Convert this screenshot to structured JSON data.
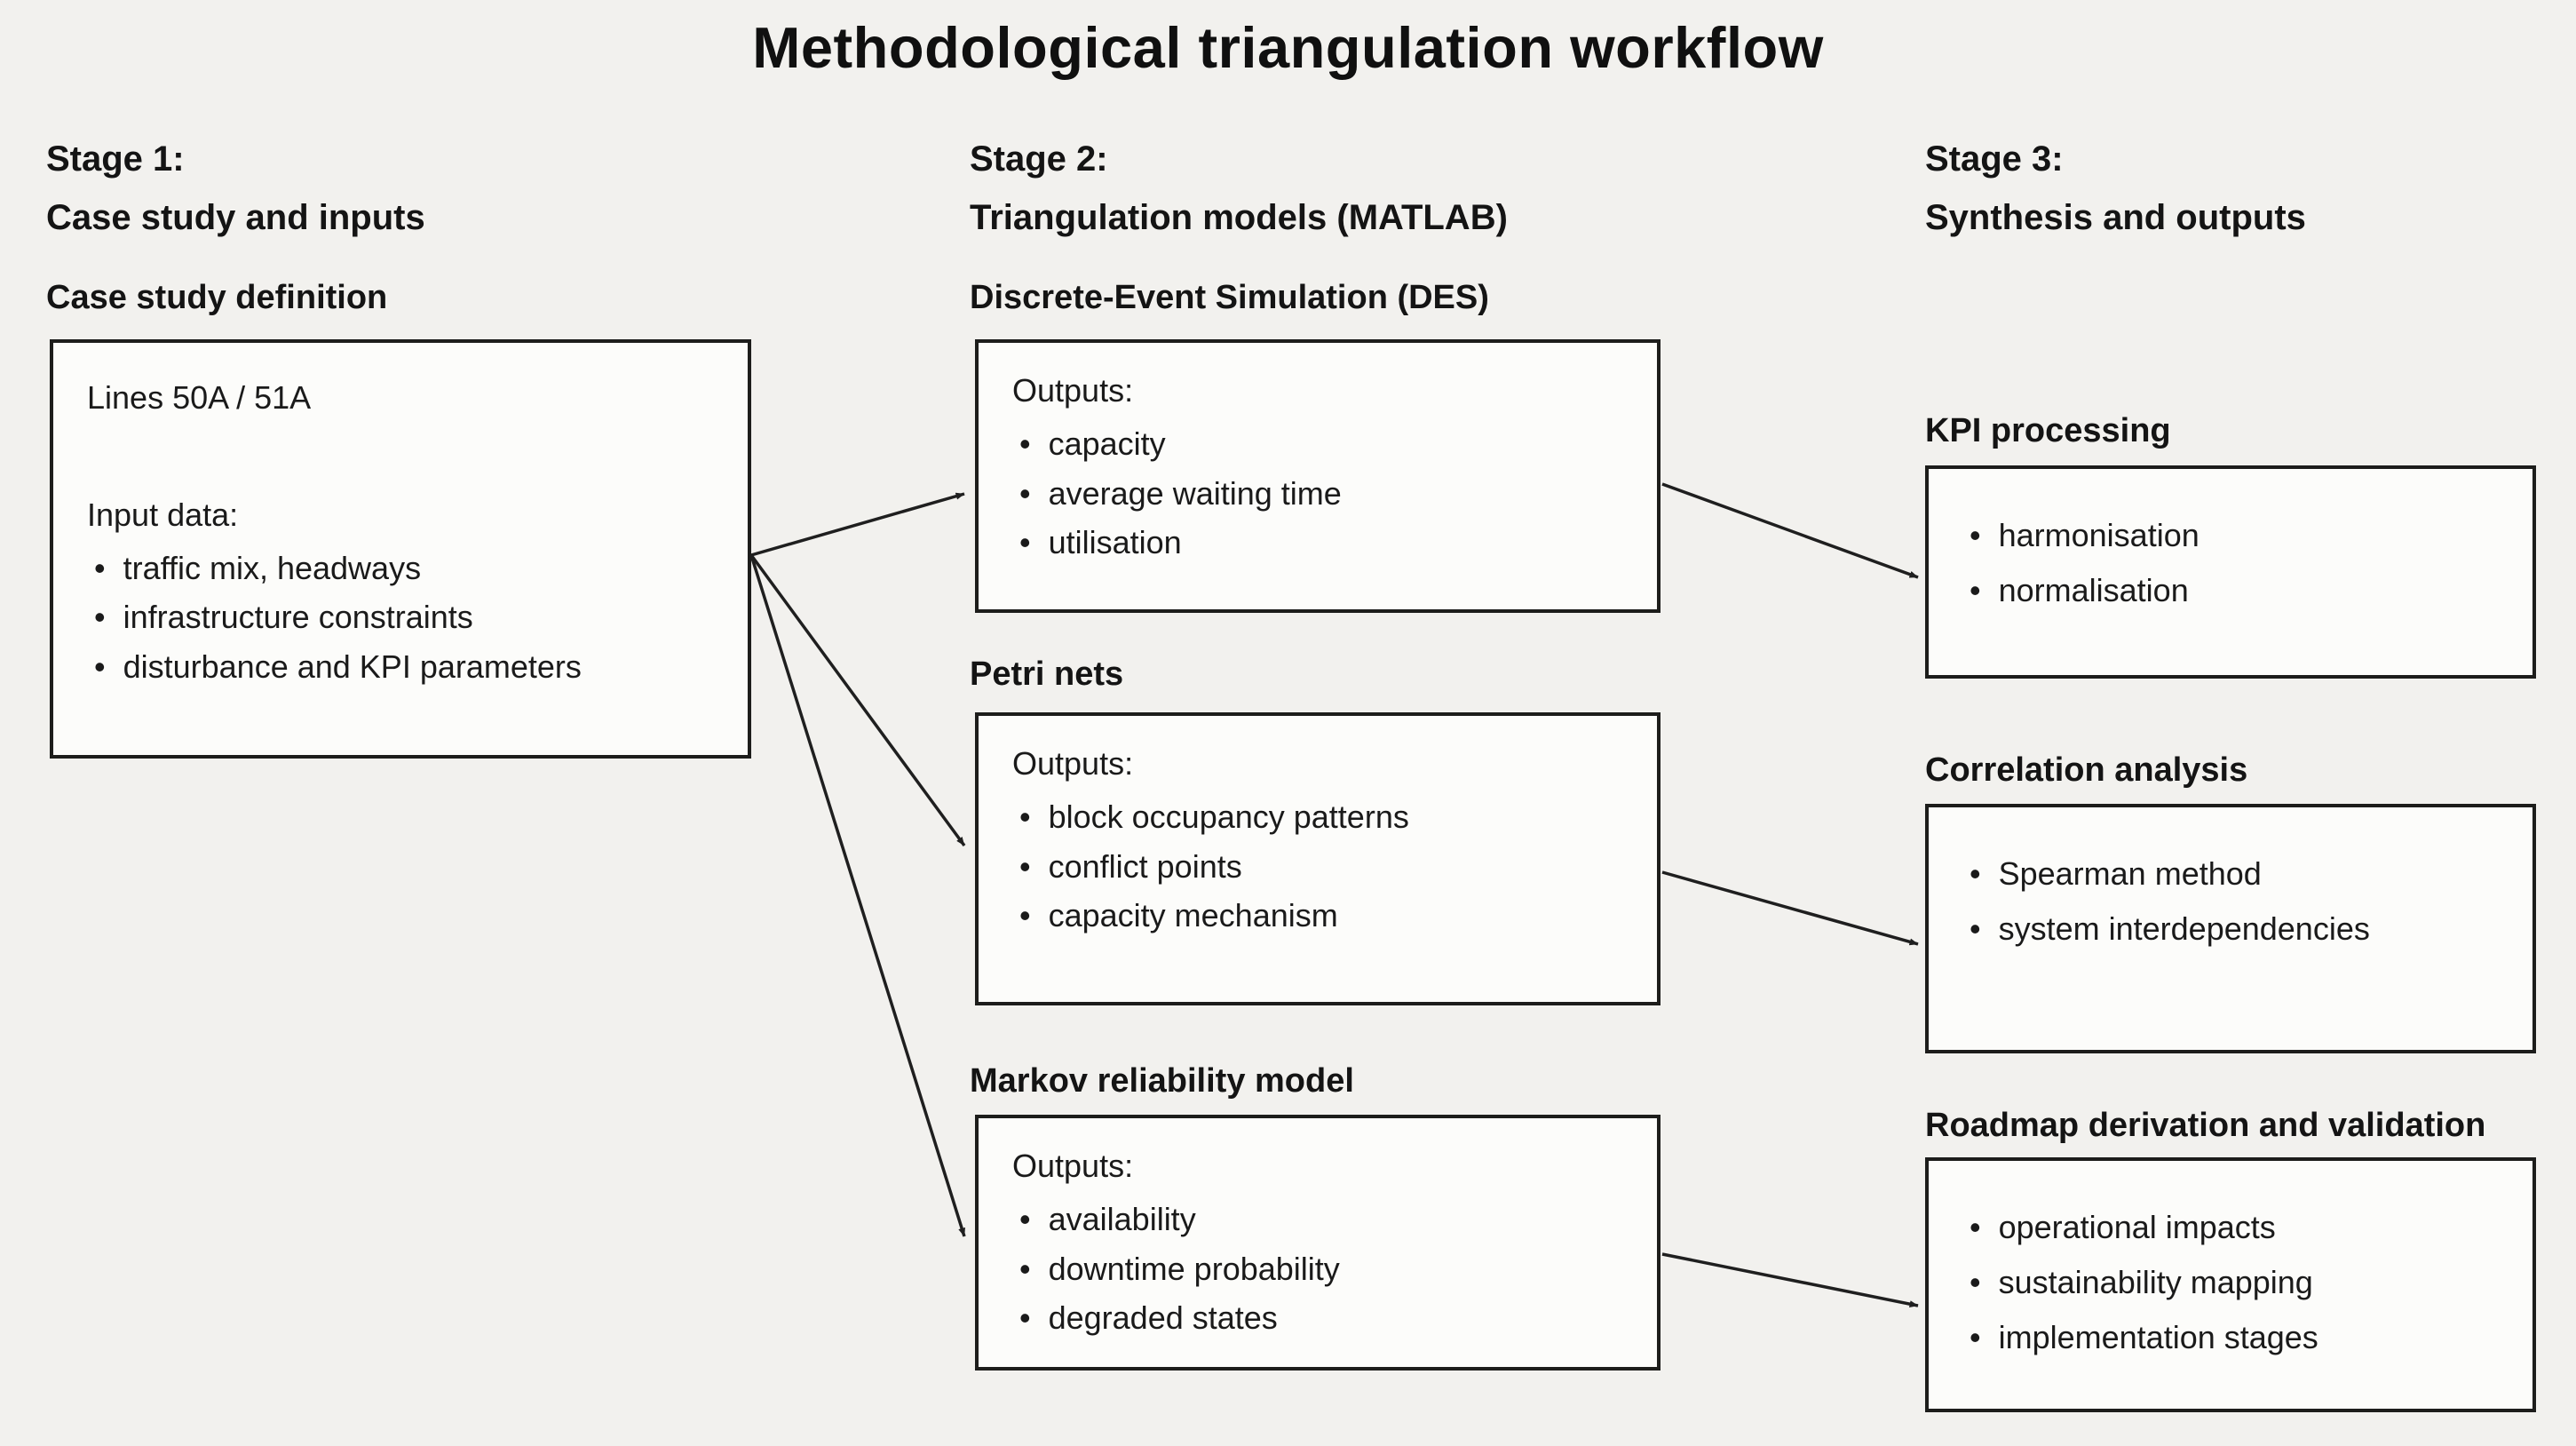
{
  "title": "Methodological triangulation workflow",
  "stages": [
    {
      "label": "Stage 1:",
      "subtitle": "Case study and inputs"
    },
    {
      "label": "Stage 2:",
      "subtitle": "Triangulation models (MATLAB)"
    },
    {
      "label": "Stage 3:",
      "subtitle": "Synthesis and outputs"
    }
  ],
  "nodes": {
    "case": {
      "heading": "Case study definition",
      "title_line": "Lines 50A / 51A",
      "list_intro": "Input data:",
      "bullets": [
        "traffic mix, headways",
        "infrastructure constraints",
        "disturbance and KPI parameters"
      ]
    },
    "des": {
      "heading": "Discrete-Event Simulation (DES)",
      "list_intro": "Outputs:",
      "bullets": [
        "capacity",
        "average waiting time",
        "utilisation"
      ]
    },
    "petri": {
      "heading": "Petri nets",
      "list_intro": "Outputs:",
      "bullets": [
        "block occupancy patterns",
        "conflict points",
        "capacity mechanism"
      ]
    },
    "markov": {
      "heading": "Markov reliability model",
      "list_intro": "Outputs:",
      "bullets": [
        "availability",
        "downtime probability",
        "degraded states"
      ]
    },
    "kpi": {
      "heading": "KPI processing",
      "bullets": [
        "harmonisation",
        "normalisation"
      ]
    },
    "correlation": {
      "heading": "Correlation analysis",
      "bullets": [
        "Spearman method",
        "system interdependencies"
      ]
    },
    "roadmap": {
      "heading": "Roadmap derivation and validation",
      "bullets": [
        "operational impacts",
        "sustainability mapping",
        "implementation stages"
      ]
    }
  },
  "colors": {
    "background": "#f2f1ee",
    "box_fill": "#fcfcfa",
    "border": "#1d1d1b",
    "text": "#161616",
    "arrow": "#1f1f1f"
  }
}
